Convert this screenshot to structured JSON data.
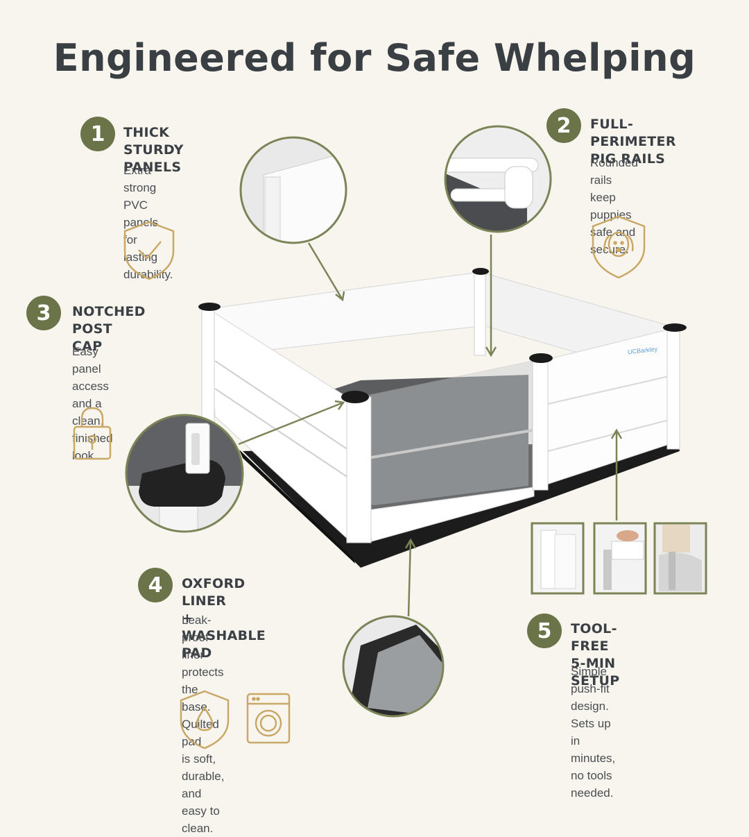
{
  "title": "Engineered for Safe Whelping",
  "brand_logo": "UCBarkley",
  "colors": {
    "accent": "#6b7449",
    "icon_gold": "#c9a866",
    "background": "#f8f5ef",
    "text": "#3a3f44"
  },
  "features": [
    {
      "number": "1",
      "heading": "THICK STURDY\nPANELS",
      "description": "Extra strong PVC\npanels for lasting\ndurability.",
      "icon": "shield-check-icon"
    },
    {
      "number": "2",
      "heading": "FULL-PERIMETER\nPIG RAILS",
      "description": "Rounded rails keep\npuppies safe and\nsecure.",
      "icon": "shield-dog-icon"
    },
    {
      "number": "3",
      "heading": "NOTCHED\nPOST CAP",
      "description": "Easy panel access\nand a clean,\nfinished look.",
      "icon": "padlock-icon"
    },
    {
      "number": "4",
      "heading": "OXFORD LINER\n+ WASHABLE PAD",
      "description": "Leak-proof liner protects\nthe base. Quilted pad\nis soft, durable, and\neasy to clean.",
      "icon": "shield-drop-icon",
      "icon2": "washing-machine-icon"
    },
    {
      "number": "5",
      "heading": "TOOL-FREE\n5-MIN SETUP",
      "description": "Simple push-fit design.\nSets up in minutes,\nno tools needed.",
      "icon": "push-fit-steps"
    }
  ]
}
